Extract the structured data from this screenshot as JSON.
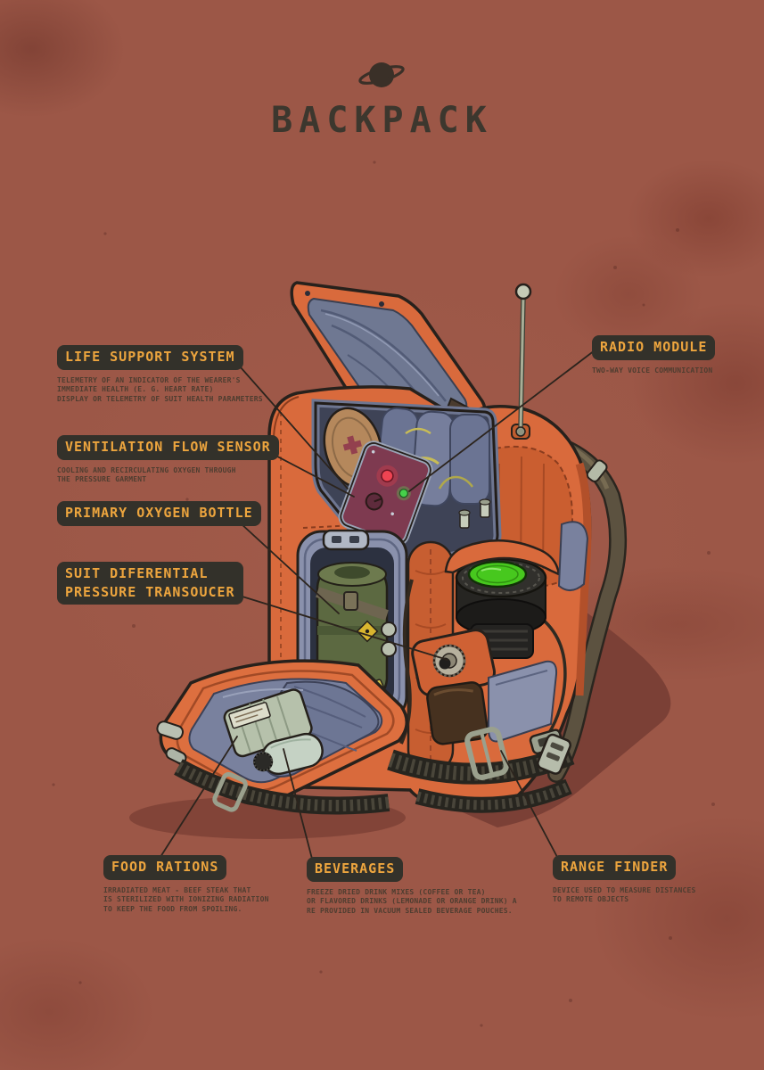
{
  "poster": {
    "title": "BACKPACK"
  },
  "icons": {
    "planet": "ringed-planet"
  },
  "colors": {
    "background": "#9c5747",
    "backpack_orange": "#d96a3c",
    "lid_inner_blue": "#6f7892",
    "badge_bg": "#33312a",
    "badge_text": "#eda53e",
    "body_text": "#4e3d30",
    "lens_green": "#47c81e",
    "shadow": "#7b4036"
  },
  "callouts": {
    "life_support": {
      "title": "LIFE SUPPORT SYSTEM",
      "desc": "TELEMETRY OF AN INDICATOR OF THE WEARER'S\nIMMEDIATE HEALTH (E. G. HEART RATE)\nDISPLAY OR TELEMETRY OF SUIT HEALTH PARAMETERS"
    },
    "ventilation": {
      "title": "VENTILATION FLOW SENSOR",
      "desc": "COOLING AND RECIRCULATING OXYGEN THROUGH\nTHE PRESSURE GARMENT"
    },
    "oxygen": {
      "title": "PRIMARY OXYGEN BOTTLE"
    },
    "transducer": {
      "title": "SUIT DIFERENTIAL\nPRESSURE TRANSOUCER"
    },
    "radio": {
      "title": "RADIO MODULE",
      "desc": "TWO-WAY VOICE COMMUNICATION"
    },
    "food": {
      "title": "FOOD RATIONS",
      "desc": "IRRADIATED MEAT - BEEF STEAK THAT\nIS STERILIZED WITH IONIZING RADIATION\nTO KEEP THE FOOD FROM SPOILING."
    },
    "beverages": {
      "title": "BEVERAGES",
      "desc": "FREEZE DRIED DRINK MIXES (COFFEE OR TEA)\nOR FLAVORED DRINKS (LEMONADE OR ORANGE DRINK) A\nRE PROVIDED IN VACUUM SEALED BEVERAGE POUCHES."
    },
    "range_finder": {
      "title": "RANGE FINDER",
      "desc": "DEVICE USED TO MEASURE DISTANCES\nTO REMOTE OBJECTS"
    }
  }
}
